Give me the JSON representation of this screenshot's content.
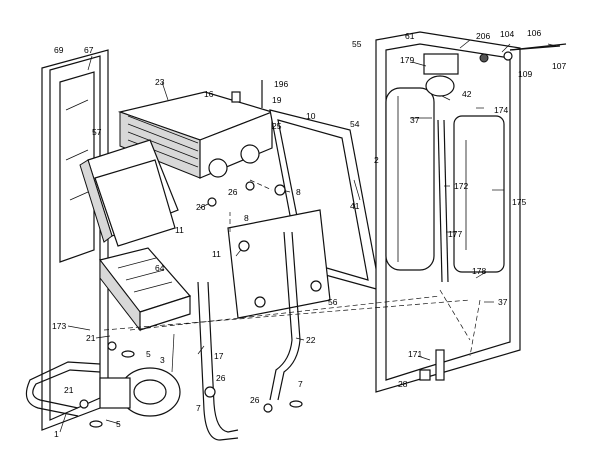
{
  "labels": {
    "l69": "69",
    "l67": "67",
    "l23": "23",
    "l16": "16",
    "l196": "196",
    "l19": "19",
    "l25": "25",
    "l10": "10",
    "l54": "54",
    "l55": "55",
    "l61": "61",
    "l179": "179",
    "l206": "206",
    "l104": "104",
    "l106": "106",
    "l107": "107",
    "l109": "109",
    "l42": "42",
    "l174": "174",
    "l37a": "37",
    "l2": "2",
    "l172": "172",
    "l175": "175",
    "l57": "57",
    "l26a": "26",
    "l8a": "8",
    "l26b": "26",
    "l8b": "8",
    "l41": "41",
    "l11a": "11",
    "l11b": "11",
    "l177": "177",
    "l178": "178",
    "l64": "64",
    "l37b": "37",
    "l56": "56",
    "l173": "173",
    "l21a": "21",
    "l5a": "5",
    "l3": "3",
    "l17": "17",
    "l22": "22",
    "l171": "171",
    "l28": "28",
    "l21b": "21",
    "l26c": "26",
    "l7a": "7",
    "l26d": "26",
    "l7b": "7",
    "l1": "1",
    "l5b": "5"
  }
}
